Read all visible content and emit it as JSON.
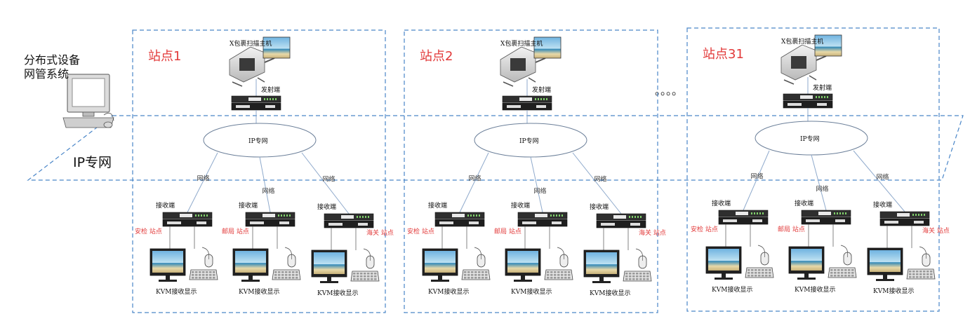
{
  "management": {
    "title_line1": "分布式设备",
    "title_line2": "网管系统",
    "network_label": "IP专网"
  },
  "ellipsis": "。。。。",
  "colors": {
    "station_title": "#e23a3a",
    "agency_label": "#e23a3a",
    "dashed_border": "#4a86c8",
    "link_line": "#8faacc"
  },
  "stations": [
    {
      "title": "站点1",
      "scanner_label": "X包裹扫描主机",
      "transmitter_label": "发射端",
      "network_label": "IP专网",
      "link_label": "网络",
      "receivers": [
        {
          "receiver_label": "接收端",
          "agency_label": "安检 站点",
          "kvm_label": "KVM接收显示"
        },
        {
          "receiver_label": "接收端",
          "agency_label": "邮局 站点",
          "kvm_label": "KVM接收显示"
        },
        {
          "receiver_label": "接收端",
          "agency_label": "海关 站点",
          "kvm_label": "KVM接收显示"
        }
      ]
    },
    {
      "title": "站点2",
      "scanner_label": "X包裹扫描主机",
      "transmitter_label": "发射端",
      "network_label": "IP专网",
      "link_label": "网络",
      "receivers": [
        {
          "receiver_label": "接收端",
          "agency_label": "安检 站点",
          "kvm_label": "KVM接收显示"
        },
        {
          "receiver_label": "接收端",
          "agency_label": "邮局 站点",
          "kvm_label": "KVM接收显示"
        },
        {
          "receiver_label": "接收端",
          "agency_label": "海关 站点",
          "kvm_label": "KVM接收显示"
        }
      ]
    },
    {
      "title": "站点31",
      "scanner_label": "X包裹扫描主机",
      "transmitter_label": "发射端",
      "network_label": "IP专网",
      "link_label": "网络",
      "receivers": [
        {
          "receiver_label": "接收端",
          "agency_label": "安检 站点",
          "kvm_label": "KVM接收显示"
        },
        {
          "receiver_label": "接收端",
          "agency_label": "邮局 站点",
          "kvm_label": "KVM接收显示"
        },
        {
          "receiver_label": "接收端",
          "agency_label": "海关 站点",
          "kvm_label": "KVM接收显示"
        }
      ]
    }
  ]
}
